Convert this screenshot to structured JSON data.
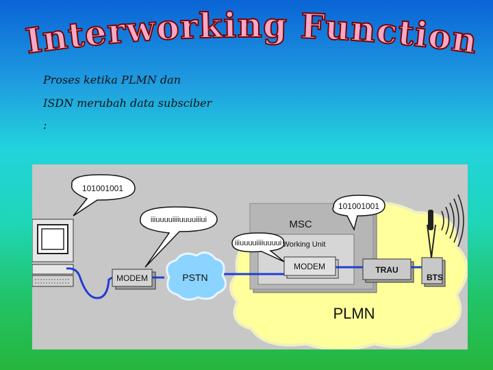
{
  "slide": {
    "title": "Interworking Function",
    "description_lines": [
      "Proses ketika PLMN dan",
      "ISDN merubah data subsciber",
      ":"
    ]
  },
  "diagram": {
    "bubble_bits": "101001001",
    "bubble_modem_signal": "iiiuuuuiiiiuuuuiiiui",
    "bubble_msc_bits": "101001001",
    "bubble_iwu_signal": "iiiuuuuiiiiuuuui",
    "modem_left_label": "MODEM",
    "pstn_label": "PSTN",
    "msc_label": "MSC",
    "iwu_label": "Working Unit",
    "modem_iwu_label": "MODEM",
    "trau_label": "TRAU",
    "bts_label": "BTS",
    "plmn_label": "PLMN"
  },
  "colors": {
    "line": "#1f3fd0",
    "cloud": "#ffff9c",
    "title_fill": "#f6a8c6",
    "title_stroke": "#7a0000"
  }
}
